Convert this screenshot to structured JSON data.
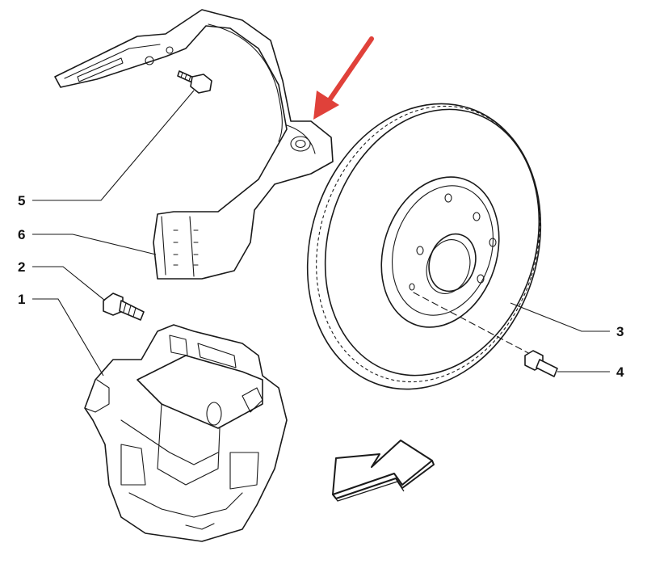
{
  "colors": {
    "line": "#1a1a1a",
    "pointer_arrow": "#e0413a",
    "background": "#ffffff"
  },
  "icons": {
    "pointer": "red-arrow-icon",
    "direction": "travel-direction-arrow-icon"
  },
  "parts": [
    {
      "number": "1",
      "component": "brake-caliper"
    },
    {
      "number": "2",
      "component": "caliper-bolt"
    },
    {
      "number": "3",
      "component": "brake-disc"
    },
    {
      "number": "4",
      "component": "disc-screw"
    },
    {
      "number": "5",
      "component": "shield-bolt"
    },
    {
      "number": "6",
      "component": "dust-shield"
    }
  ]
}
